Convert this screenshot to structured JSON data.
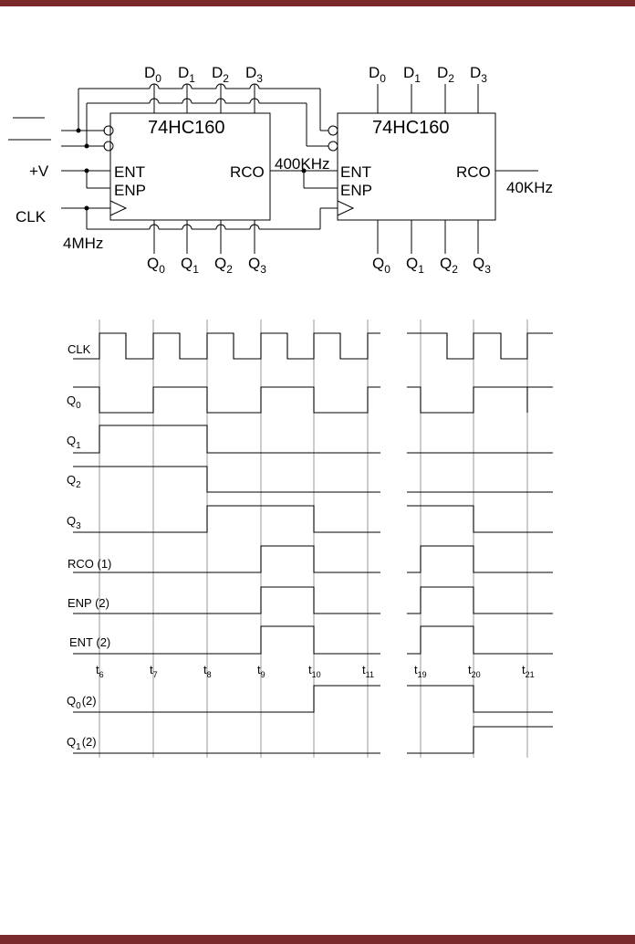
{
  "schematic": {
    "chip1_name": "74HC160",
    "chip2_name": "74HC160",
    "inputs": {
      "ent": "ENT",
      "enp": "ENP",
      "rco": "RCO"
    },
    "data_inputs": {
      "d_letter": "D",
      "subs": [
        "0",
        "1",
        "2",
        "3"
      ]
    },
    "outputs": {
      "q_letter": "Q",
      "subs": [
        "0",
        "1",
        "2",
        "3"
      ]
    },
    "supply": "+V",
    "clock": "CLK",
    "clock_freq": "4MHz",
    "mid_freq": "400KHz",
    "out_freq": "40KHz"
  },
  "timing": {
    "signals": [
      {
        "main": "CLK",
        "sub": ""
      },
      {
        "main": "Q",
        "sub": "0"
      },
      {
        "main": "Q",
        "sub": "1"
      },
      {
        "main": "Q",
        "sub": "2"
      },
      {
        "main": "Q",
        "sub": "3"
      },
      {
        "main": "RCO (1)",
        "sub": ""
      },
      {
        "main": "ENP (2)",
        "sub": ""
      },
      {
        "main": "ENT (2)",
        "sub": ""
      }
    ],
    "time_markers": [
      {
        "main": "t",
        "sub": "6"
      },
      {
        "main": "t",
        "sub": "7"
      },
      {
        "main": "t",
        "sub": "8"
      },
      {
        "main": "t",
        "sub": "9"
      },
      {
        "main": "t",
        "sub": "10"
      },
      {
        "main": "t",
        "sub": "11"
      },
      {
        "main": "t",
        "sub": "19"
      },
      {
        "main": "t",
        "sub": "20"
      },
      {
        "main": "t",
        "sub": "21"
      }
    ],
    "stage2_signals": [
      {
        "main": "Q",
        "sub": "0",
        "suffix": "(2)"
      },
      {
        "main": "Q",
        "sub": "1",
        "suffix": "(2)"
      }
    ]
  },
  "colors": {
    "border": "#7a2a2a",
    "ink": "#000000",
    "grid": "#808080"
  }
}
